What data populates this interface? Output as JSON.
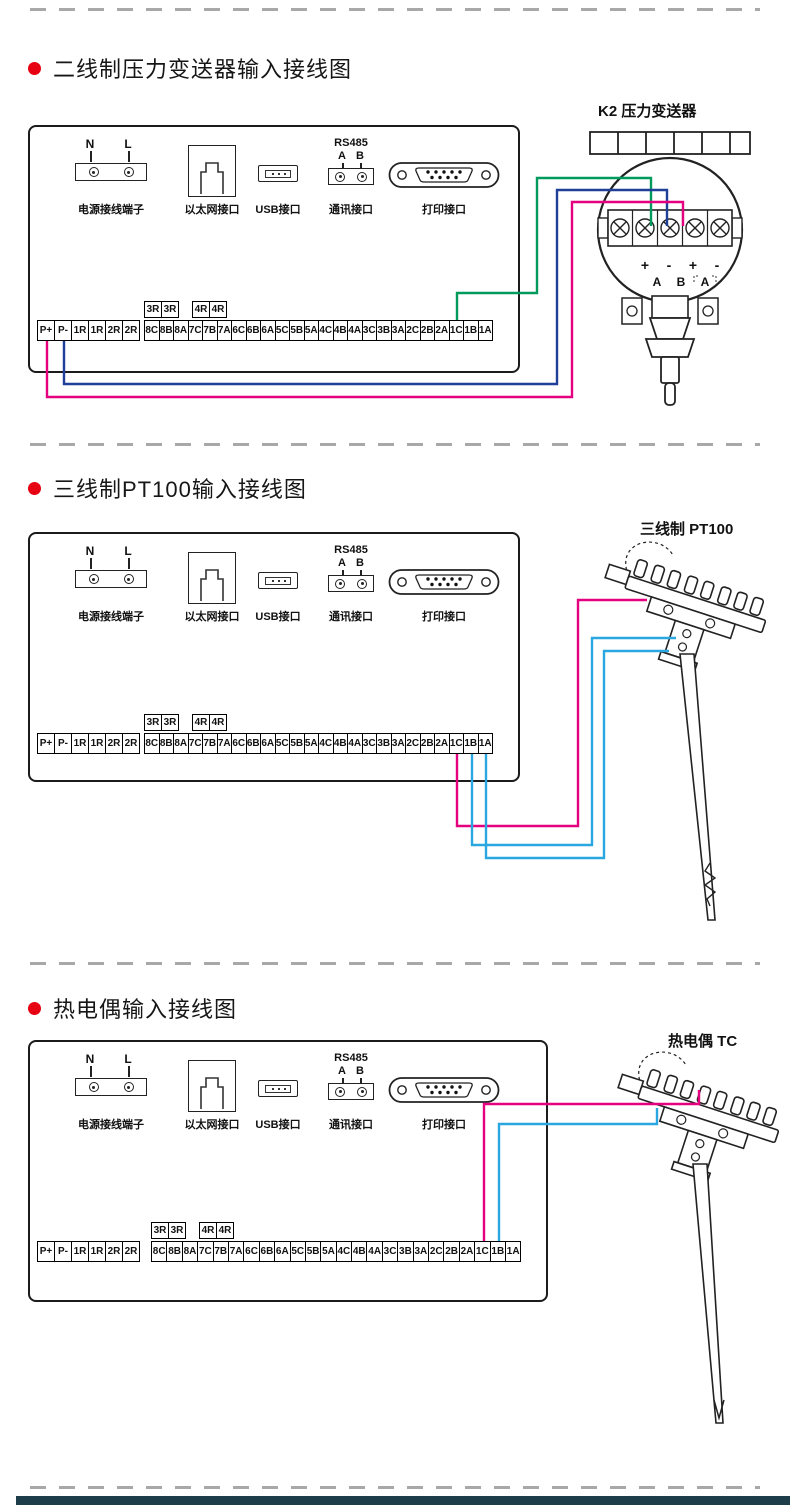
{
  "sections": [
    {
      "title": "二线制压力变送器输入接线图",
      "device_label": "K2 压力变送器"
    },
    {
      "title": "三线制PT100输入接线图",
      "device_label": "三线制 PT100"
    },
    {
      "title": "热电偶输入接线图",
      "device_label": "热电偶 TC"
    }
  ],
  "ports": {
    "power": {
      "n": "N",
      "l": "L",
      "label": "电源接线端子"
    },
    "ethernet": {
      "label": "以太网接口"
    },
    "usb": {
      "label": "USB接口"
    },
    "rs485": {
      "title": "RS485",
      "a": "A",
      "b": "B",
      "label": "通讯接口"
    },
    "printer": {
      "label": "打印接口"
    }
  },
  "terminals": {
    "left_strip": [
      "P+",
      "P-",
      "1R",
      "1R",
      "2R",
      "2R"
    ],
    "relay_boxes": [
      [
        "3R",
        "3R"
      ],
      [
        "4R",
        "4R"
      ]
    ],
    "main_strip": [
      "8C",
      "8B",
      "8A",
      "7C",
      "7B",
      "7A",
      "6C",
      "6B",
      "6A",
      "5C",
      "5B",
      "5A",
      "4C",
      "4B",
      "4A",
      "3C",
      "3B",
      "3A",
      "2C",
      "2B",
      "2A",
      "1C",
      "1B",
      "1A"
    ]
  },
  "transmitter": {
    "signs": [
      "+",
      "-",
      "+",
      "-"
    ],
    "labels": [
      "A",
      "B",
      "A"
    ]
  },
  "colors": {
    "bullet_red": "#e60012",
    "wire_green": "#009a5c",
    "wire_blue": "#1f3f99",
    "wire_magenta": "#e5007f",
    "wire_cyan": "#2aa7e0",
    "footer_bar": "#1c3d49"
  }
}
